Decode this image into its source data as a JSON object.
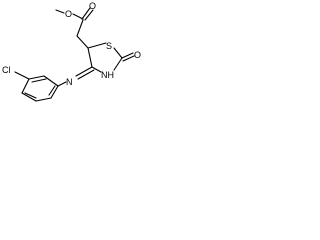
{
  "molecule": {
    "atom_labels": {
      "methyl_ester_O": "O",
      "carbonyl_ester_O": "O",
      "ring_S": "S",
      "ring_carbonyl_O": "O",
      "ring_NH": "NH",
      "imine_N": "N",
      "chlorine": "Cl"
    }
  }
}
